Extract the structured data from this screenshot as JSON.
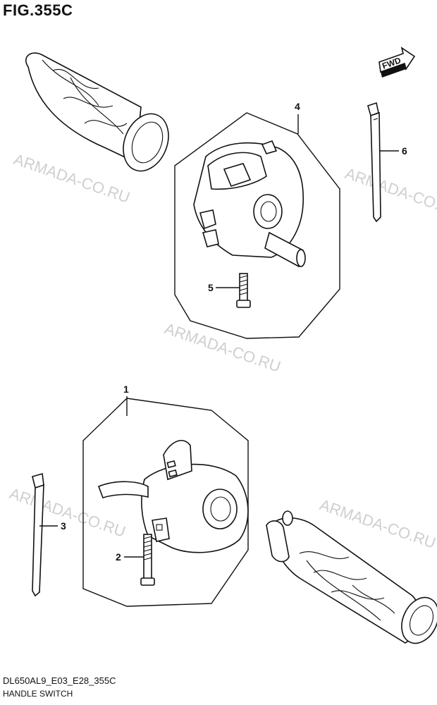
{
  "figure": {
    "title": "FIG.355C",
    "code": "DL650AL9_E03_E28_355C",
    "name": "HANDLE SWITCH"
  },
  "watermark": {
    "text": "ARMADA-CO.RU",
    "color": "#cfcfcf"
  },
  "direction": {
    "label": "FWD"
  },
  "callouts": [
    {
      "id": "callout-1",
      "label": "1"
    },
    {
      "id": "callout-2",
      "label": "2"
    },
    {
      "id": "callout-3",
      "label": "3"
    },
    {
      "id": "callout-4",
      "label": "4"
    },
    {
      "id": "callout-5",
      "label": "5"
    },
    {
      "id": "callout-6",
      "label": "6"
    }
  ]
}
